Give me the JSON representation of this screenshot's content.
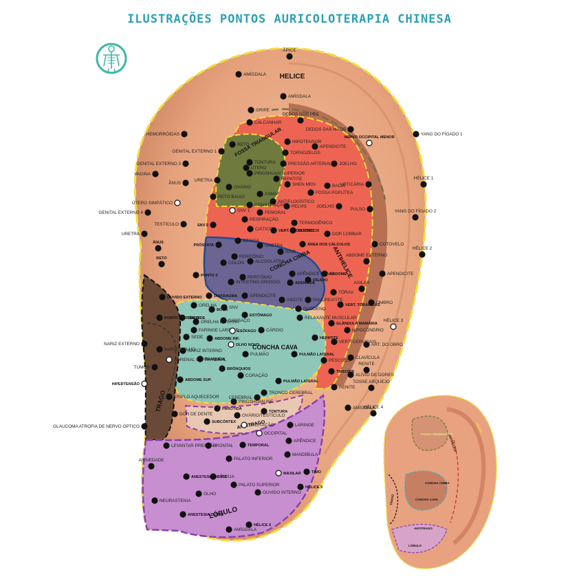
{
  "title": "ILUSTRAÇÕES PONTOS AURICOLOTERAPIA CHINESA",
  "logo": "acupuncture-body-logo",
  "colors": {
    "title": "#2ba1b4",
    "skin": "#e7a882",
    "skin_dark": "#b8684a",
    "helix_border": "#f3dc3b",
    "fossa_triangular": "#6e7a3e",
    "antihelix": "#ee6452",
    "cimba": "#6c6492",
    "concha_cava": "#8ec6b8",
    "trago": "#9b7a5e",
    "lobulo": "#c78ed0",
    "point": "#111111"
  },
  "regions": [
    {
      "id": "helice",
      "label": "HELICE"
    },
    {
      "id": "fossa",
      "label": "FOSSA TRIANGULAR"
    },
    {
      "id": "antihelice",
      "label": "ANTIHELICE"
    },
    {
      "id": "cimba",
      "label": "CONCHA CIMBA"
    },
    {
      "id": "concha",
      "label": "CONCHA CAVA"
    },
    {
      "id": "trago",
      "label": "TRAGO"
    },
    {
      "id": "antitrago",
      "label": "ANTITRAGO"
    },
    {
      "id": "lobulo",
      "label": "LÓBULO"
    }
  ],
  "points": [
    {
      "label": "ÁPICE"
    },
    {
      "label": "AMÍGDALA"
    },
    {
      "label": "AMÍGDALA"
    },
    {
      "label": "GRIPE"
    },
    {
      "label": "CALCANHAR"
    },
    {
      "label": "DEDOS DOS PÉS"
    },
    {
      "label": "DEDOS DAS MÃOS"
    },
    {
      "label": "YANG DO FÍGADO 1"
    },
    {
      "label": "HEMORRÓIDAS"
    },
    {
      "label": "RETO"
    },
    {
      "label": "HIPOTENSOR"
    },
    {
      "label": "GENITAL EXTERNO 1"
    },
    {
      "label": "TORNOZELOS"
    },
    {
      "label": "APENDICITE"
    },
    {
      "label": "NERVO OCCIPITAL MENOR"
    },
    {
      "label": "GENITAL EXTERNO 3"
    },
    {
      "label": "TONTURA"
    },
    {
      "label": "PRESSÃO ARTERIAL"
    },
    {
      "label": "JOELHO"
    },
    {
      "label": "ÚTERO"
    },
    {
      "label": "VAGINA"
    },
    {
      "label": "URETRA"
    },
    {
      "label": "PINGSHUAN SUPERIOR"
    },
    {
      "label": "HEPATITE"
    },
    {
      "label": "ÂNUS"
    },
    {
      "label": "OVÁRIO"
    },
    {
      "label": "SHEN MEN"
    },
    {
      "label": "BACIA"
    },
    {
      "label": "URTICÁRIA"
    },
    {
      "label": "HÉLICE 1"
    },
    {
      "label": "ASMA"
    },
    {
      "label": "FOSSA POPLÍTEA"
    },
    {
      "label": "RETO BAIXO"
    },
    {
      "label": "ANTIFLOGÍSTICO"
    },
    {
      "label": "CONSTIPAÇÃO"
    },
    {
      "label": "PELVIS"
    },
    {
      "label": "ÚTERO SIMPÁTICO"
    },
    {
      "label": "SNV 1"
    },
    {
      "label": "FEMORAL"
    },
    {
      "label": "JOELHO"
    },
    {
      "label": "PULSO"
    },
    {
      "label": "GENITAL EXTERNO 4"
    },
    {
      "label": "TESTÍCULO"
    },
    {
      "label": "RESPIRAÇÃO"
    },
    {
      "label": "TERMOGÊNICO"
    },
    {
      "label": "YANG DO FÍGADO 2"
    },
    {
      "label": "SNV 2"
    },
    {
      "label": "CIÁTICO"
    },
    {
      "label": "VERT. SACROCOCCIX"
    },
    {
      "label": "GLÚTEO"
    },
    {
      "label": "URETRA"
    },
    {
      "label": "BEXIGA"
    },
    {
      "label": "DOR LOMBAR"
    },
    {
      "label": "PRÓSTATA"
    },
    {
      "label": "URETRA"
    },
    {
      "label": "ÁREA DOS CÁLCULOS"
    },
    {
      "label": "COTOVELO"
    },
    {
      "label": "ÂNUS"
    },
    {
      "label": "PERITÔNIO"
    },
    {
      "label": "RINS"
    },
    {
      "label": "HÉLICE 2"
    },
    {
      "label": "RETO"
    },
    {
      "label": "COLON"
    },
    {
      "label": "ALCOOLATRA"
    },
    {
      "label": "ABDOME EXTERNO"
    },
    {
      "label": "PONTO 0"
    },
    {
      "label": "PERITÔNIO"
    },
    {
      "label": "APÊNDICE NOVO"
    },
    {
      "label": "ABDOME"
    },
    {
      "label": "APENDICITE"
    },
    {
      "label": "INTESTINO GROSSO"
    },
    {
      "label": "ADENOIDE"
    },
    {
      "label": "FÍGADO"
    },
    {
      "label": "DIAFRAGMA"
    },
    {
      "label": "APENDICITE"
    },
    {
      "label": "AXILAR"
    },
    {
      "label": "OUVIDO EXTERNO"
    },
    {
      "label": "SNV"
    },
    {
      "label": "TÓRAX"
    },
    {
      "label": "OMBRO"
    },
    {
      "label": "ORELHA"
    },
    {
      "label": "BOCA"
    },
    {
      "label": "ASCITE"
    },
    {
      "label": "PANCREATITE"
    },
    {
      "label": "VERT. TORÁCICAS"
    },
    {
      "label": "PONTO CARDÍACO"
    },
    {
      "label": "TIREOIDE"
    },
    {
      "label": "ESTÔMAGO"
    },
    {
      "label": "DUODENO"
    },
    {
      "label": "RELAXANTE MUSCULAR"
    },
    {
      "label": "GLÂNDULA MAMÁRIA"
    },
    {
      "label": "HÉLICE 3"
    },
    {
      "label": "ORELHA INTERNA"
    },
    {
      "label": "CANSAÇO"
    },
    {
      "label": "FARINGE LARINGE"
    },
    {
      "label": "ESÔFAGO"
    },
    {
      "label": "CÁRDIO"
    },
    {
      "label": "HIPOCÔNDRIO"
    },
    {
      "label": "SEDE"
    },
    {
      "label": "ABDOME INF."
    },
    {
      "label": "NARIZ EXTERNO"
    },
    {
      "label": "NARIZ E OLHO"
    },
    {
      "label": "OLHO NOVO"
    },
    {
      "label": "HEPATITE"
    },
    {
      "label": "ART. DO OBRO"
    },
    {
      "label": "NARIZ INTERNO"
    },
    {
      "label": "PULMÃO"
    },
    {
      "label": "VERT. CERVICAIS"
    },
    {
      "label": "TUMOR"
    },
    {
      "label": "ADRENAL SUPRA RENAL"
    },
    {
      "label": "TRAQUÉIA"
    },
    {
      "label": "PULMÃO LATERAL"
    },
    {
      "label": "PESCOÇO"
    },
    {
      "label": "CLAVÍCULA"
    },
    {
      "label": "BRÔNQUIOS"
    },
    {
      "label": "ALÍVIO DE DORES"
    },
    {
      "label": "RENITE"
    },
    {
      "label": "HIPERTENSÃO"
    },
    {
      "label": "ABDOME SUP."
    },
    {
      "label": "CORAÇÃO"
    },
    {
      "label": "PULMÃO LATERAL"
    },
    {
      "label": "TIREOIDE"
    },
    {
      "label": "RENITE"
    },
    {
      "label": "TOSSE ARQUEJO"
    },
    {
      "label": "TRIPLO AQUECEDOR"
    },
    {
      "label": "TRONCO CEREBRAL"
    },
    {
      "label": "CEREBRAL"
    },
    {
      "label": "PINGSHUAN INF."
    },
    {
      "label": "PARÓTIDA"
    },
    {
      "label": "AMÍGDALA"
    },
    {
      "label": "HÉLICE 4"
    },
    {
      "label": "DOR DE DENTE"
    },
    {
      "label": "OVÁRIO/TESTÍCULO"
    },
    {
      "label": "TONTURA"
    },
    {
      "label": "SUBCÓRTEX"
    },
    {
      "label": "EXCITAÇÃO"
    },
    {
      "label": "GLAUCOMA ATROFIA DE NERVO ÓPTICO"
    },
    {
      "label": "LARINGE"
    },
    {
      "label": "OCCIPITAL"
    },
    {
      "label": "LEVANTAR PRESSÃO"
    },
    {
      "label": "FRONTAL"
    },
    {
      "label": "TEMPORAL"
    },
    {
      "label": "APÊNDICE"
    },
    {
      "label": "PALATO INFERIOR"
    },
    {
      "label": "MANDÍBULA"
    },
    {
      "label": "ANSIEDADE"
    },
    {
      "label": "ANESTESIA DENTE"
    },
    {
      "label": "LÍNGUA"
    },
    {
      "label": "MAXILAR"
    },
    {
      "label": "TIMO"
    },
    {
      "label": "PALATO SUPERIOR"
    },
    {
      "label": "OLHO"
    },
    {
      "label": "HÉLICE 5"
    },
    {
      "label": "NEURASTENIA"
    },
    {
      "label": "OUVIDO INTERNO"
    },
    {
      "label": "ANESTESIA DENTE"
    },
    {
      "label": "AMÍGDALA"
    },
    {
      "label": "HÉLICE 6"
    }
  ],
  "mini_ear_labels": [
    "FOSSA TRIANGULAR",
    "ANTIHELICE",
    "HELICE",
    "CONCHA CIMBA",
    "CONCHA CAVA",
    "TRAGO",
    "ANTITRAGO",
    "LÓBULO"
  ]
}
